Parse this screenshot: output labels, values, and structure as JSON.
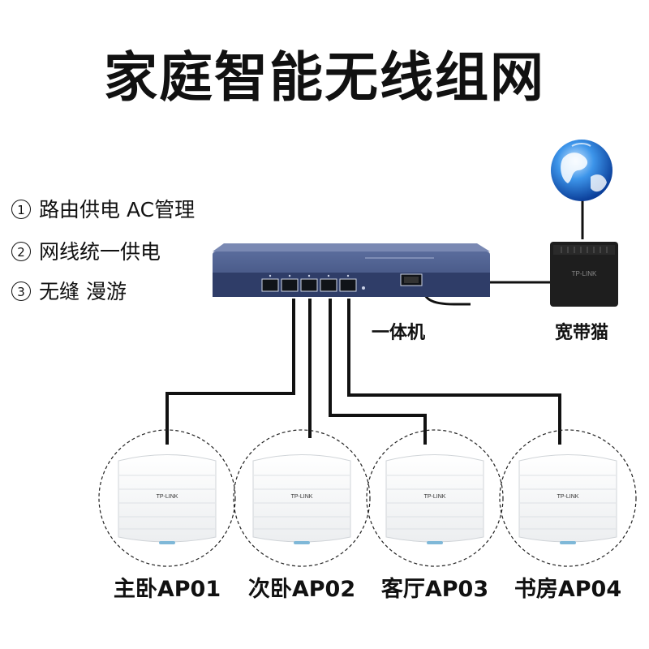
{
  "title": "家庭智能无线组网",
  "features": [
    {
      "num": "1",
      "text": "路由供电  AC管理"
    },
    {
      "num": "2",
      "text": "网线统一供电"
    },
    {
      "num": "3",
      "text": "无缝 漫游"
    }
  ],
  "devices": {
    "router_label": "一体机",
    "modem_label": "宽带猫",
    "modem_brand": "TP-LINK"
  },
  "access_points": [
    {
      "label": "主卧AP01",
      "brand": "TP-LINK"
    },
    {
      "label": "次卧AP02",
      "brand": "TP-LINK"
    },
    {
      "label": "客厅AP03",
      "brand": "TP-LINK"
    },
    {
      "label": "书房AP04",
      "brand": "TP-LINK"
    }
  ],
  "colors": {
    "router_body": "#3a4a78",
    "router_front": "#2a3763",
    "modem_body": "#1e1e1e",
    "cable": "#111111",
    "globe": "#1a74d6"
  }
}
